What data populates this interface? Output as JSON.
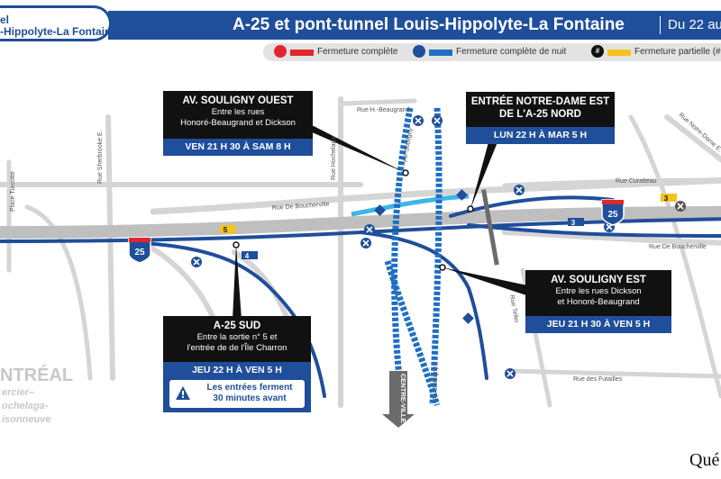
{
  "header": {
    "title": "A-25 et pont-tunnel Louis-Hippolyte-La Fontaine",
    "date": "Du 22 au",
    "logo_line1": "el",
    "logo_line2": "-Hippolyte-La Fontaine"
  },
  "legend": {
    "complete": "Fermeture complète",
    "night": "Fermeture complète de nuit",
    "partial": "Fermeture partielle (# vo",
    "partial_symbol": "#",
    "colors": {
      "complete": "#e3262d",
      "night": "#1f6fc4",
      "partial": "#f7c21d"
    }
  },
  "streets": {
    "hbeaugrand": "Rue H.-Beaugrand",
    "sherbrooke": "Rue Sherbrooke E.",
    "hochelaga": "Rue Hochelaga",
    "boucherville_w": "Rue De Boucherville",
    "boucherville_e": "Rue De Boucherville",
    "curatteau": "Rue Curatteau",
    "notre_dame": "Rue Notre-Dame E.",
    "futailles": "Rue des Futailles",
    "souligny_n": "Av. Souligny",
    "souligny_s": "Av. Souligny",
    "teller": "Rue Teller",
    "place": "Place Turcotte",
    "centre_ville": "CENTRE-VILLE"
  },
  "shields": {
    "a25_w": "25",
    "a25_e": "25"
  },
  "lane_counts": {
    "c5": "5",
    "c4": "4",
    "c3a": "3",
    "c3b": "3"
  },
  "callouts": {
    "souligny_ouest": {
      "title": "AV. SOULIGNY OUEST",
      "line1": "Entre les rues",
      "line2": "Honoré-Beaugrand et Dickson",
      "schedule": "VEN 21 H 30 À SAM 8 H"
    },
    "notre_dame": {
      "title1": "ENTRÉE NOTRE-DAME EST",
      "title2": "DE L'A-25 NORD",
      "schedule": "LUN 22 H À MAR 5 H"
    },
    "souligny_est": {
      "title": "AV. SOULIGNY EST",
      "line1": "Entre les rues Dickson",
      "line2": "et Honoré-Beaugrand",
      "schedule": "JEU 21 H 30 À VEN 5 H"
    },
    "a25_sud": {
      "title": "A-25 SUD",
      "line1": "Entre la sortie n° 5 et",
      "line2": "l'entrée de de l'Île Charron",
      "schedule": "JEU 22 H À VEN 5 H",
      "warning1": "Les entrées ferment",
      "warning2": "30 minutes avant"
    }
  },
  "city": {
    "name": "NTRÉAL",
    "district1": "ercier–",
    "district2": "ochelaga-",
    "district3": "isonneuve"
  },
  "brand": "Qué"
}
